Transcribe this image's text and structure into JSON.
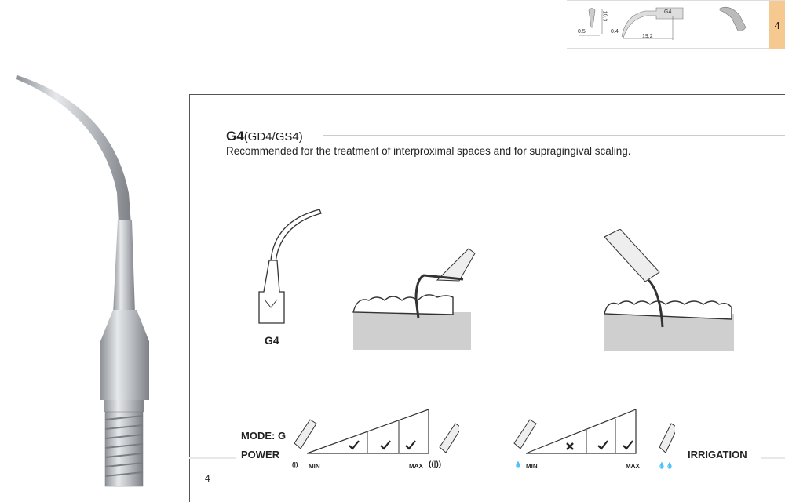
{
  "thumbnail": {
    "dimensions": [
      "10.3",
      "0.5",
      "0.4",
      "19.2"
    ],
    "tip_marking": "G4",
    "page_tab": "4"
  },
  "tip_name": "G4",
  "tip_variants": "(GD4/GS4)",
  "description": "Recommended for the treatment of interproximal spaces and for supragingival scaling.",
  "diagram_tip_label": "G4",
  "mode_label": "MODE: G",
  "power": {
    "label": "POWER",
    "min": "MIN",
    "max": "MAX",
    "levels": [
      "check",
      "check",
      "check"
    ]
  },
  "irrigation": {
    "label": "IRRIGATION",
    "min": "MIN",
    "max": "MAX",
    "levels": [
      "cross",
      "check",
      "check"
    ]
  },
  "page_number": "4",
  "colors": {
    "tab": "#f5c98f",
    "metal": "#b5b8bc"
  }
}
